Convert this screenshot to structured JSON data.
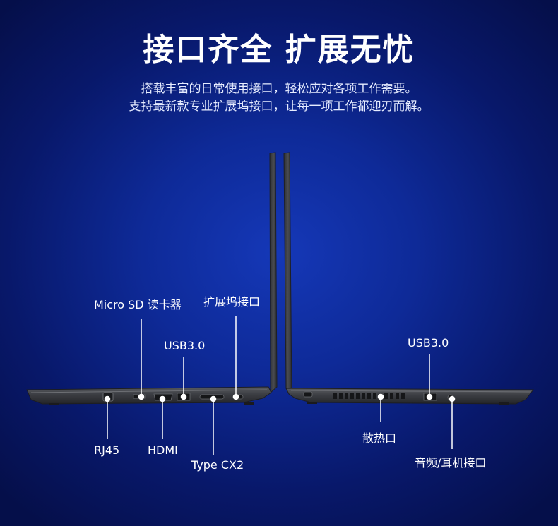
{
  "header": {
    "title": "接口齐全 扩展无忧",
    "line1": "搭载丰富的日常使用接口，轻松应对各项工作需要。",
    "line2": "支持最新款专业扩展坞接口，让每一项工作都迎刃而解。"
  },
  "ports": {
    "micro_sd": "Micro SD 读卡器",
    "dock": "扩展坞接口",
    "usb_left": "USB3.0",
    "rj45": "RJ45",
    "hdmi": "HDMI",
    "typec": "Type CX2",
    "usb_right": "USB3.0",
    "vent": "散热口",
    "audio": "音频/耳机接口"
  },
  "colors": {
    "bg_center": "#1538b8",
    "bg_edge": "#050f4a",
    "laptop_body": "#3d3f44",
    "text": "#ffffff"
  }
}
